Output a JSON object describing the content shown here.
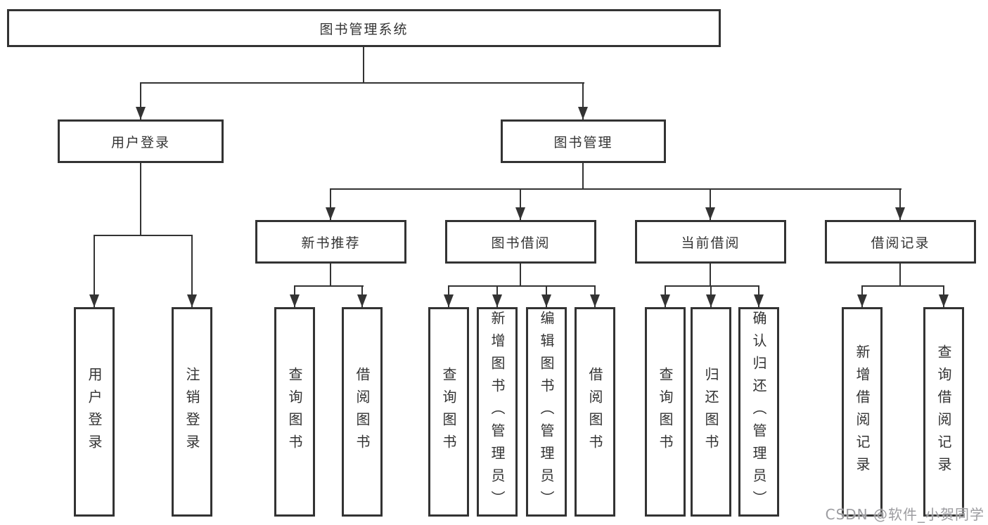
{
  "diagram": {
    "title_node": "图书管理系统",
    "level2": [
      "用户登录",
      "图书管理"
    ],
    "level3": [
      "新书推荐",
      "图书借阅",
      "当前借阅",
      "借阅记录"
    ],
    "leaves_user_login": [
      "用户登录",
      "注销登录"
    ],
    "leaves_new_books": [
      "查询图书",
      "借阅图书"
    ],
    "leaves_book_borrow": [
      "查询图书",
      "新增图书（管理员）",
      "编辑图书（管理员）",
      "借阅图书"
    ],
    "leaves_current_borrow": [
      "查询图书",
      "归还图书",
      "确认归还（管理员）"
    ],
    "leaves_borrow_records": [
      "新增借阅记录",
      "查询借阅记录"
    ],
    "watermark": "CSDN @软件_小贺同学",
    "colors": {
      "line": "#333333",
      "box_border": "#333333",
      "box_fill": "#ffffff",
      "text": "#333333",
      "watermark": "#9c9ca0",
      "background": "#ffffff"
    }
  }
}
